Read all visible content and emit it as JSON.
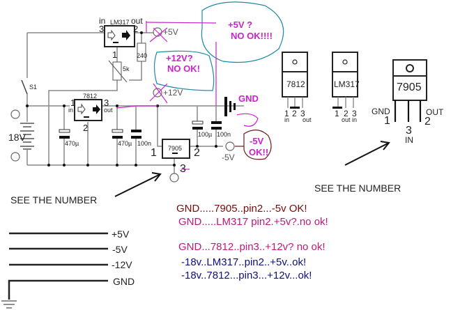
{
  "schematic": {
    "battery": {
      "voltage": "18V",
      "plus": "+",
      "minus": "−"
    },
    "switch": {
      "label": "S1"
    },
    "lm317": {
      "name": "LM317",
      "pin_in_label": "in",
      "pin_out_label": "out",
      "pin3": "3",
      "pin2": "2",
      "pin1": "1"
    },
    "r240": "240",
    "pot5k": "5k",
    "u7812": {
      "name": "7812",
      "pin1": "1",
      "pin1_label": "in",
      "pin3": "3",
      "pin3_label": "out",
      "pin2": "2"
    },
    "u7905": {
      "name": "7905",
      "pin1": "1",
      "pin2": "2",
      "pin3": "3"
    },
    "caps": [
      "470µ",
      "470µ",
      "100n",
      "100µ",
      "100n"
    ],
    "outputs": {
      "plus5": "+5V",
      "plus12": "+12V",
      "minus5": "-5V"
    },
    "gnd_label": "GND"
  },
  "annotations": {
    "plus5_bubble": [
      "+5V ?",
      "NO OK!!!!"
    ],
    "plus12_bubble": [
      "+12V?",
      "NO  OK!"
    ],
    "minus5_bubble": [
      "-5V",
      "OK!!"
    ]
  },
  "pinouts": {
    "u7812": {
      "name": "7812",
      "pins": [
        "1",
        "2",
        "3"
      ],
      "sub": [
        "in",
        "",
        "out"
      ]
    },
    "lm317": {
      "name": "LM317",
      "pins": [
        "1",
        "2",
        "3"
      ],
      "sub": [
        "",
        "out",
        "in"
      ]
    },
    "u7905": {
      "name": "7905",
      "gnd": "GND",
      "gnd_pin": "1",
      "in_pin": "3",
      "in_label": "IN",
      "out_label": "OUT",
      "out_pin": "2"
    }
  },
  "see_number": [
    "SEE THE NUMBER",
    "SEE THE NUMBER"
  ],
  "notes": [
    {
      "text": "GND.....7905..pin2...-5v   OK!",
      "color": "#7a0a0a"
    },
    {
      "text": "GND.....LM317 pin2.+5v?.no ok!",
      "color": "#c0187a"
    },
    {
      "text": "GND...7812..pin3..+12v? no ok!",
      "color": "#c0187a"
    },
    {
      "text": "-18v..LM317..pin2..+5v..ok!",
      "color": "#10107a"
    },
    {
      "text": "-18v..7812...pin3...+12v...ok!",
      "color": "#10107a"
    }
  ],
  "legend": [
    "+5V",
    "-5V",
    "-12V",
    "GND"
  ]
}
